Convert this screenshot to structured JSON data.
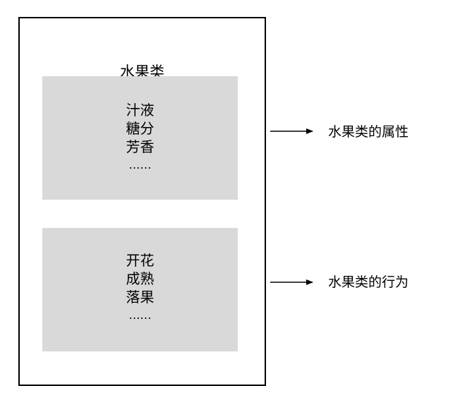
{
  "class_box": {
    "title": "水果类"
  },
  "attributes": {
    "items": [
      "汁液",
      "糖分",
      "芳香",
      "……"
    ],
    "label": "水果类的属性"
  },
  "behaviors": {
    "items": [
      "开花",
      "成熟",
      "落果",
      "……"
    ],
    "label": "水果类的行为"
  },
  "colors": {
    "panel_fill": "#d9d9d9",
    "border": "#000000",
    "background": "#ffffff"
  }
}
